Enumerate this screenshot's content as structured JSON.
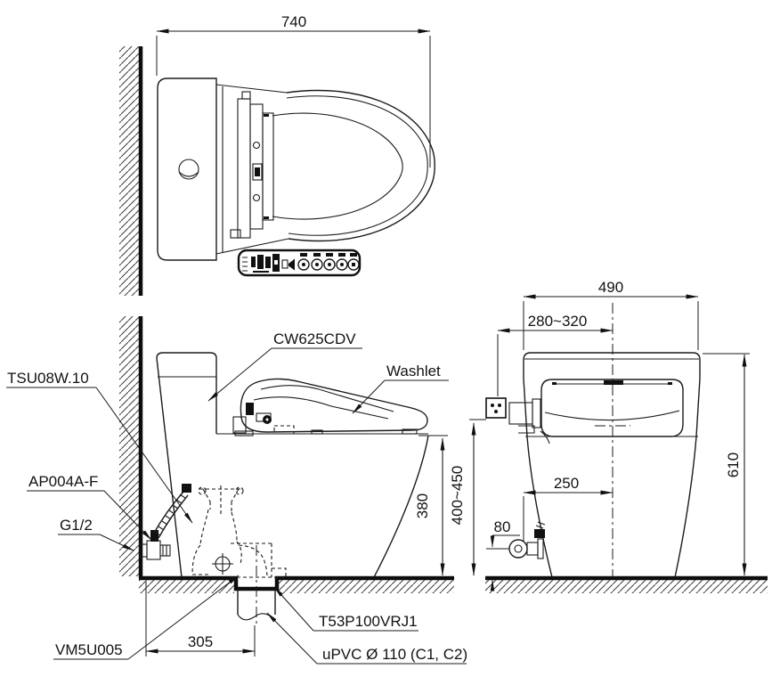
{
  "drawing": {
    "background": "#ffffff",
    "line_color": "#1b1b1b",
    "dims": {
      "top_width": "740",
      "rear_width": "490",
      "outlet_offset": "280~320",
      "height": "610",
      "supply_offset": "250",
      "supply_height": "80",
      "seat_height": "380",
      "outlet_height": "400~450",
      "drain_offset": "305"
    },
    "labels": {
      "model": "CW625CDV",
      "washlet": "Washlet",
      "supply_hose": "TSU08W.10",
      "angle_valve": "AP004A-F",
      "thread": "G1/2",
      "flange": "VM5U005",
      "drain_joint": "T53P100VRJ1",
      "drain_pipe": "uPVC Ø 110 (C1, C2)"
    }
  }
}
